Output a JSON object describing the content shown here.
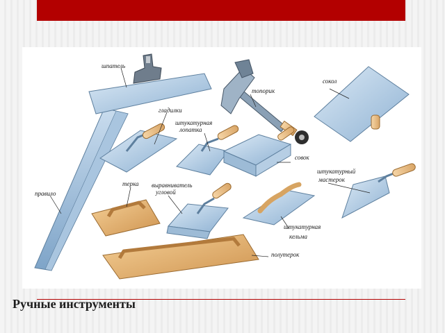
{
  "slide": {
    "title": "Ручные инструменты",
    "accent_color": "#b30000"
  },
  "diagram": {
    "labels": {
      "spatula": "шпатель",
      "hatchet": "топорик",
      "hawk": "сокол",
      "smoothers": "гладилки",
      "plaster_shovel_1": "штукатурная",
      "plaster_shovel_2": "лопатка",
      "scoop": "совок",
      "trowel_1": "штукатурный",
      "trowel_2": "мастерок",
      "rule": "правило",
      "float": "терка",
      "corner_leveler_1": "выравниватель",
      "corner_leveler_2": "угловой",
      "plaster_kelma_1": "штукатурная",
      "plaster_kelma_2": "кельма",
      "half_float": "полутерок"
    }
  }
}
